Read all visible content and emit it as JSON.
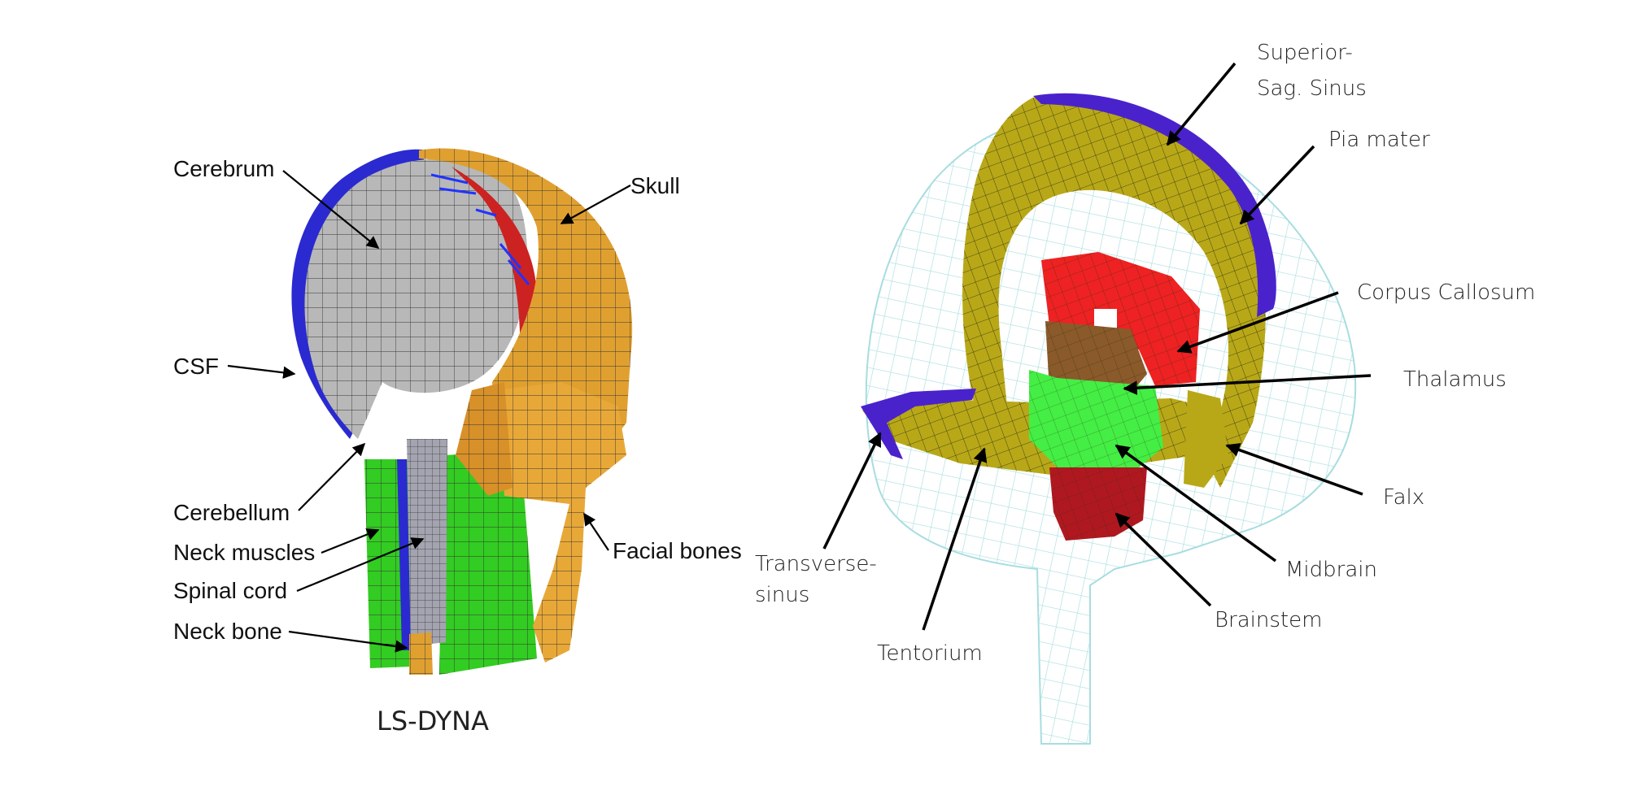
{
  "left_model": {
    "caption": "LS-DYNA",
    "labels": {
      "cerebrum": "Cerebrum",
      "skull": "Skull",
      "csf": "CSF",
      "cerebellum": "Cerebellum",
      "neck_muscles": "Neck muscles",
      "spinal_cord": "Spinal cord",
      "neck_bone": "Neck bone",
      "facial_bones": "Facial bones"
    }
  },
  "right_model": {
    "labels": {
      "superior_sag_sinus_line1": "Superior-",
      "superior_sag_sinus_line2": "Sag. Sinus",
      "pia_mater": "Pia mater",
      "corpus_callosum": "Corpus Callosum",
      "thalamus": "Thalamus",
      "falx": "Falx",
      "midbrain": "Midbrain",
      "brainstem": "Brainstem",
      "tentorium": "Tentorium",
      "transverse_sinus_line1": "Transverse-",
      "transverse_sinus_line2": "sinus"
    }
  },
  "colors": {
    "skull": "#e0a030",
    "cerebrum": "#b8b8b8",
    "csf": "#2a2ad0",
    "neck_muscles": "#33cc22",
    "spinal_cord": "#9a9aa8",
    "falx": "#b8a818",
    "corpus_callosum": "#ee2222",
    "thalamus": "#8a5a2a",
    "midbrain": "#44ee44",
    "brainstem": "#b01820",
    "pia_mater": "#a8dde0",
    "sinus": "#4a22cc"
  }
}
